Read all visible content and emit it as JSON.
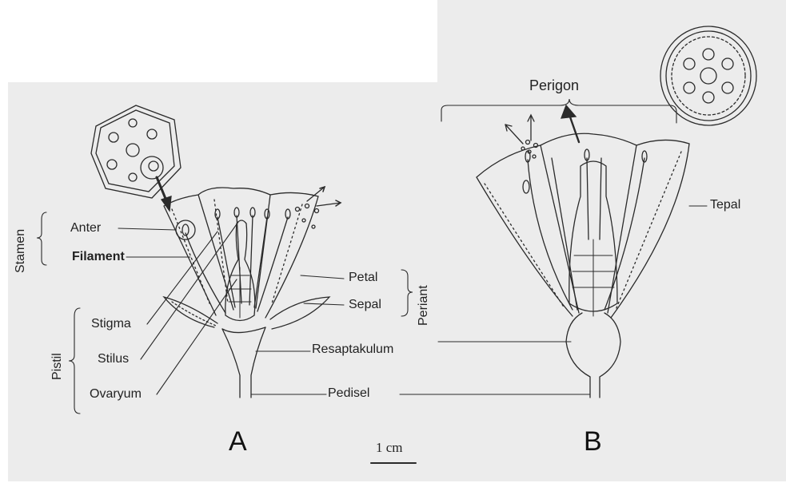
{
  "panel_a": {
    "stamen_group": "Stamen",
    "anther": "Anter",
    "filament": "Filament",
    "pistil_group": "Pistil",
    "stigma": "Stigma",
    "style": "Stilus",
    "ovary": "Ovaryum",
    "petal": "Petal",
    "sepal": "Sepal",
    "perianth_group": "Periant",
    "receptacle": "Resaptakulum",
    "pedicel": "Pedisel",
    "panel_label": "A"
  },
  "panel_b": {
    "perigon": "Perigon",
    "tepal": "Tepal",
    "panel_label": "B"
  },
  "scale_bar": {
    "label": "1 cm"
  },
  "colors": {
    "background": "#ececec",
    "ink": "#2a2a2a"
  }
}
